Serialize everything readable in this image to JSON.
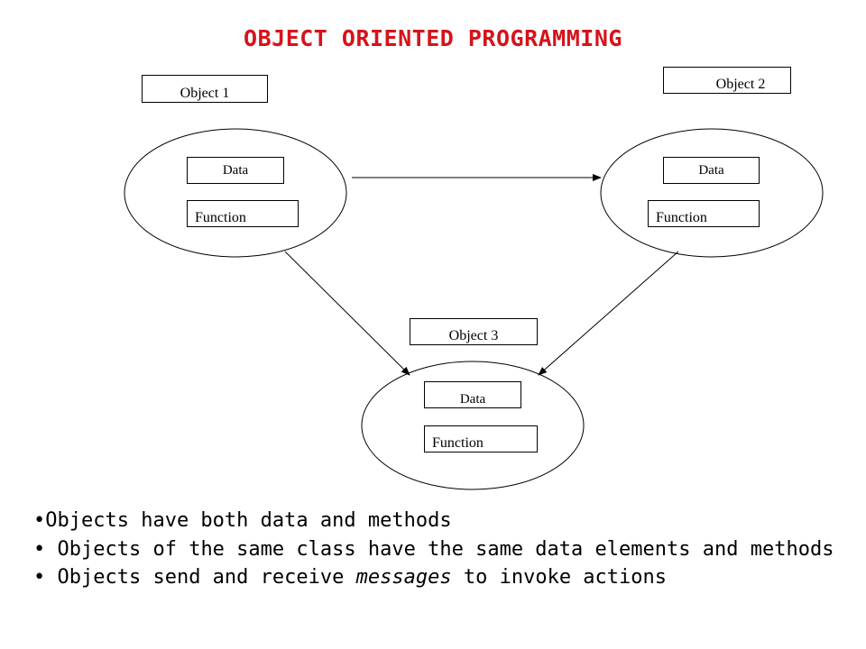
{
  "slide": {
    "title": "OBJECT ORIENTED PROGRAMMING",
    "title_color": "#d4141b"
  },
  "objects": [
    {
      "label": "Object 1",
      "data_label": "Data",
      "function_label": "Function"
    },
    {
      "label": "Object 2",
      "data_label": "Data",
      "function_label": "Function"
    },
    {
      "label": "Object 3",
      "data_label": "Data",
      "function_label": "Function"
    }
  ],
  "bullets": [
    {
      "bullet": "•",
      "text": "Objects have both data and methods"
    },
    {
      "bullet": "• ",
      "text": "Objects of the same class have the same data elements and methods"
    },
    {
      "bullet": "• ",
      "before": "Objects send and receive ",
      "emphasis": "messages",
      "after": " to invoke actions"
    }
  ]
}
